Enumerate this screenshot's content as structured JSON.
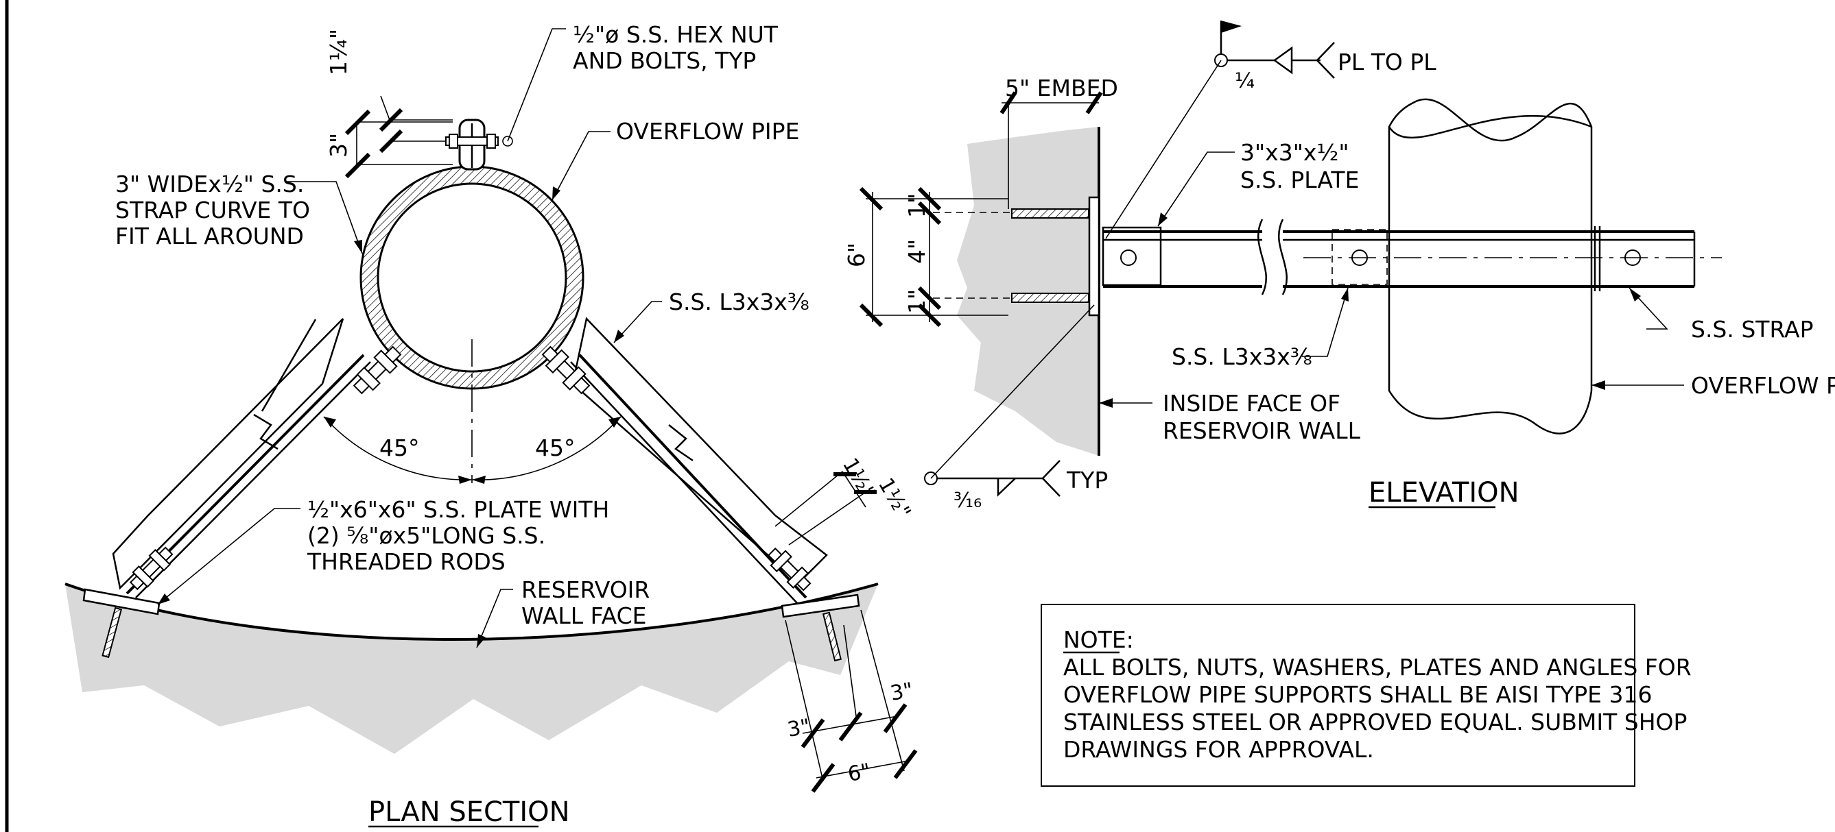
{
  "plan": {
    "title": "PLAN SECTION",
    "hex_nut_line1": "½\"ø S.S. HEX NUT",
    "hex_nut_line2": "AND BOLTS, TYP",
    "overflow_pipe": "OVERFLOW PIPE",
    "strap_line1": "3\" WIDEx½\" S.S.",
    "strap_line2": "STRAP CURVE TO",
    "strap_line3": "FIT ALL AROUND",
    "angle": "S.S. L3x3x⅜",
    "angle_left": "45°",
    "angle_right": "45°",
    "plate_line1": "½\"x6\"x6\" S.S. PLATE WITH",
    "plate_line2": "(2) ⅝\"øx5\"LONG S.S.",
    "plate_line3": "THREADED RODS",
    "wall_line1": "RESERVOIR",
    "wall_line2": "WALL FACE",
    "dim_1_25": "1¼\"",
    "dim_3_top": "3\"",
    "dim_1_5a": "1½\"",
    "dim_1_5b": "1½\"",
    "dim_3_left": "3\"",
    "dim_3_right": "3\"",
    "dim_6": "6\""
  },
  "elevation": {
    "title": "ELEVATION",
    "embed": "5\" EMBED",
    "weld_pl": "PL TO PL",
    "weld_pl_size": "¼",
    "plate_line1": "3\"x3\"x½\"",
    "plate_line2": "S.S. PLATE",
    "angle": "S.S. L3x3x⅜",
    "strap": "S.S. STRAP",
    "overflow_pipe": "OVERFLOW PIPE",
    "inside_face_line1": "INSIDE FACE OF",
    "inside_face_line2": "RESERVOIR WALL",
    "weld_typ": "TYP",
    "weld_typ_size": "³⁄₁₆",
    "dim_6": "6\"",
    "dim_4": "4\"",
    "dim_1_top": "1\"",
    "dim_1_bot": "1\""
  },
  "note": {
    "heading": "NOTE:",
    "line1": "ALL BOLTS, NUTS, WASHERS, PLATES AND ANGLES FOR",
    "line2": "OVERFLOW PIPE SUPPORTS SHALL BE AISI TYPE 316",
    "line3": "STAINLESS STEEL OR APPROVED EQUAL. SUBMIT SHOP",
    "line4": "DRAWINGS FOR APPROVAL."
  }
}
